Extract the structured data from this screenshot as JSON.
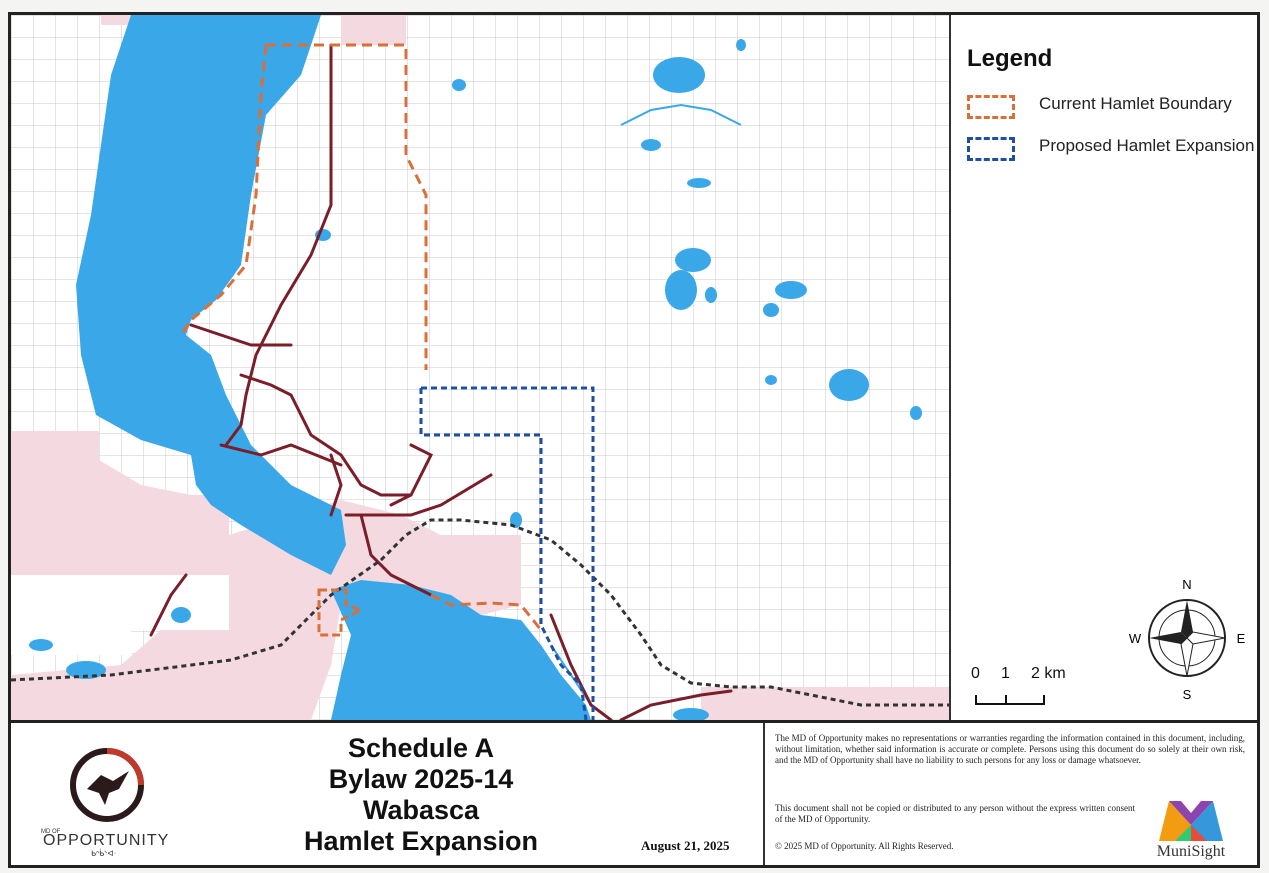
{
  "legend": {
    "title": "Legend",
    "items": [
      {
        "label": "Current Hamlet Boundary",
        "color": "#d9703a"
      },
      {
        "label": "Proposed Hamlet Expansion",
        "color": "#1e4fa3"
      }
    ]
  },
  "compass": {
    "n": "N",
    "s": "S",
    "e": "E",
    "w": "W"
  },
  "scale": {
    "labels": [
      "0",
      "1",
      "2 km"
    ]
  },
  "title_block": {
    "lines": [
      "Schedule A",
      "Bylaw 2025-14",
      "Wabasca",
      "Hamlet Expansion"
    ],
    "date": "August 21, 2025",
    "disclaimer_1": "The MD of Opportunity makes no representations or warranties regarding the information contained in this document, including, without limitation, whether said information is accurate or complete. Persons using this document do so solely at their own risk, and the MD of Opportunity shall have no liability to such persons for any loss or damage whatsoever.",
    "disclaimer_2": "This document shall not be copied or distributed to any person without the express written consent of the MD of Opportunity.",
    "copyright": "© 2025 MD of Opportunity. All Rights Reserved.",
    "munisight": "MuniSight",
    "md_logo_text": "OPPORTUNITY",
    "md_logo_small": "MD OF",
    "md_logo_syllabics": "ᑲᐢᑳᐠᐊᐧ"
  },
  "colors": {
    "water": "#3aa8e8",
    "reserve": "#f4d9e0",
    "road": "#7a1e2a",
    "rail": "#333333",
    "grid": "#c8c8c8",
    "current_boundary": "#d9703a",
    "proposed_boundary": "#1e4fa3"
  }
}
